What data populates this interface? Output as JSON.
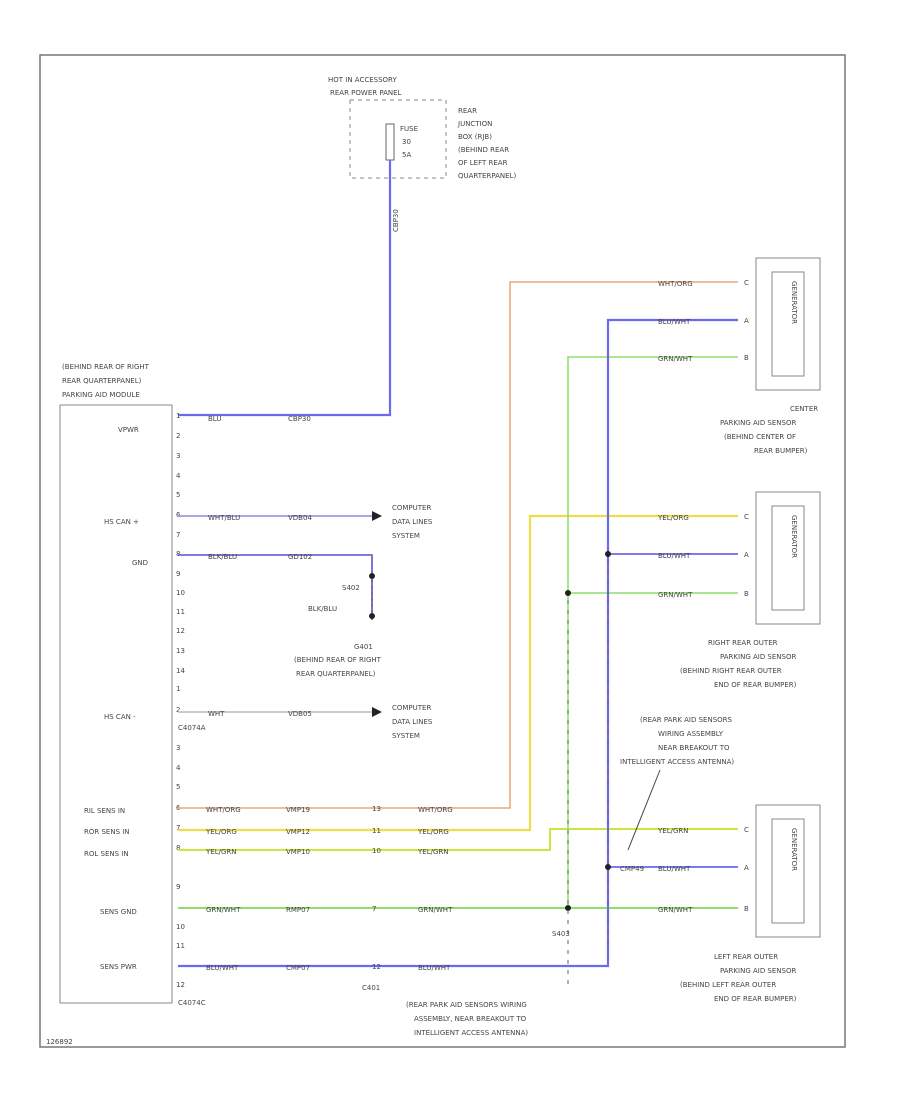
{
  "fuse_block": {
    "title_1": "HOT IN ACCESSORY",
    "title_2": "REAR POWER PANEL",
    "fuse_label": "FUSE",
    "fuse_number": "30",
    "fuse_amps": "5A",
    "location": [
      "REAR",
      "JUNCTION",
      "BOX (RJB)",
      "(BEHIND REAR",
      "OF LEFT REAR",
      "QUARTERPANEL)"
    ],
    "wire_code": "CBP30"
  },
  "module": {
    "location_1": "(BEHIND REAR OF RIGHT",
    "location_2": "REAR QUARTERPANEL)",
    "name": "PARKING AID MODULE",
    "connector_a": "C4074A",
    "connector_c": "C4074C",
    "pin_labels": {
      "vpwr": "VPWR",
      "hs_can_plus": "HS CAN +",
      "gnd": "GND",
      "hs_can_minus": "HS CAN -",
      "rl_sens_in": "RIL SENS IN",
      "ror_sens_in": "ROR SENS IN",
      "rol_sens_in": "ROL SENS IN",
      "sens_gnd": "SENS GND",
      "sens_pwr": "SENS PWR"
    }
  },
  "pins": {
    "a": [
      "1",
      "2",
      "3",
      "4",
      "5",
      "6",
      "7",
      "8",
      "9",
      "10",
      "11",
      "12",
      "13",
      "14"
    ],
    "c": [
      "1",
      "2",
      "3",
      "4",
      "5",
      "6",
      "7",
      "8",
      "9",
      "10",
      "11",
      "12"
    ]
  },
  "wires": {
    "vpwr": {
      "color": "BLU",
      "code": "CBP30"
    },
    "hs_can_plus": {
      "color": "WHT/BLU",
      "code": "VDB04"
    },
    "gnd": {
      "color": "BLK/BLU",
      "code": "GD102"
    },
    "hs_can_minus": {
      "color": "WHT",
      "code": "VDB05"
    },
    "rl": {
      "color": "WHT/ORG",
      "code": "VMP19"
    },
    "ror": {
      "color": "YEL/ORG",
      "code": "VMP12"
    },
    "rol": {
      "color": "YEL/GRN",
      "code": "VMP10"
    },
    "sens_gnd": {
      "color": "GRN/WHT",
      "code": "RMP07"
    },
    "sens_pwr": {
      "color": "BLU/WHT",
      "code": "CMP07"
    }
  },
  "computer_data_lines": {
    "line1": "COMPUTER",
    "line2": "DATA LINES",
    "line3": "SYSTEM"
  },
  "ground": {
    "splice": "S402",
    "wire_color": "BLK/BLU",
    "name": "G401",
    "location_1": "(BEHIND REAR OF RIGHT",
    "location_2": "REAR QUARTERPANEL)"
  },
  "inline": {
    "pins": [
      "13",
      "11",
      "10",
      "7",
      "12"
    ],
    "connector": "C401",
    "splice": "S403",
    "harness_note": [
      "(REAR PARK AID SENSORS WIRING",
      "ASSEMBLY, NEAR BREAKOUT TO",
      "INTELLIGENT ACCESS ANTENNA)"
    ],
    "harness_callout": [
      "(REAR PARK AID SENSORS",
      "WIRING ASSEMBLY",
      "NEAR BREAKOUT TO",
      "INTELLIGENT ACCESS ANTENNA)"
    ]
  },
  "sensors": {
    "center": {
      "name_1": "CENTER",
      "name_2": "PARKING AID SENSOR",
      "name_3": "(BEHIND CENTER OF",
      "name_4": "REAR BUMPER)",
      "wires": [
        "WHT/ORG",
        "BLU/WHT",
        "GRN/WHT"
      ],
      "box_label": "GENERATOR"
    },
    "right_outer": {
      "name_1": "RIGHT REAR OUTER",
      "name_2": "PARKING AID SENSOR",
      "name_3": "(BEHIND RIGHT REAR OUTER",
      "name_4": "END OF REAR BUMPER)",
      "wires": [
        "YEL/ORG",
        "BLU/WHT",
        "GRN/WHT"
      ],
      "box_label": "GENERATOR"
    },
    "left_outer": {
      "name_1": "LEFT REAR OUTER",
      "name_2": "PARKING AID SENSOR",
      "name_3": "(BEHIND LEFT REAR OUTER",
      "name_4": "END OF REAR BUMPER)",
      "wires": [
        "YEL/GRN",
        "BLU/WHT",
        "GRN/WHT"
      ],
      "cbp_code": "CMP49",
      "box_label": "GENERATOR"
    },
    "pins": [
      "C",
      "A",
      "B"
    ]
  },
  "footer_code": "126892",
  "colors": {
    "blue": "#6a6aee",
    "orange": "#eeb48c",
    "yellow": "#eedc4a",
    "yellow_green": "#cce640",
    "green": "#8ee06a",
    "frame": "#777777"
  }
}
